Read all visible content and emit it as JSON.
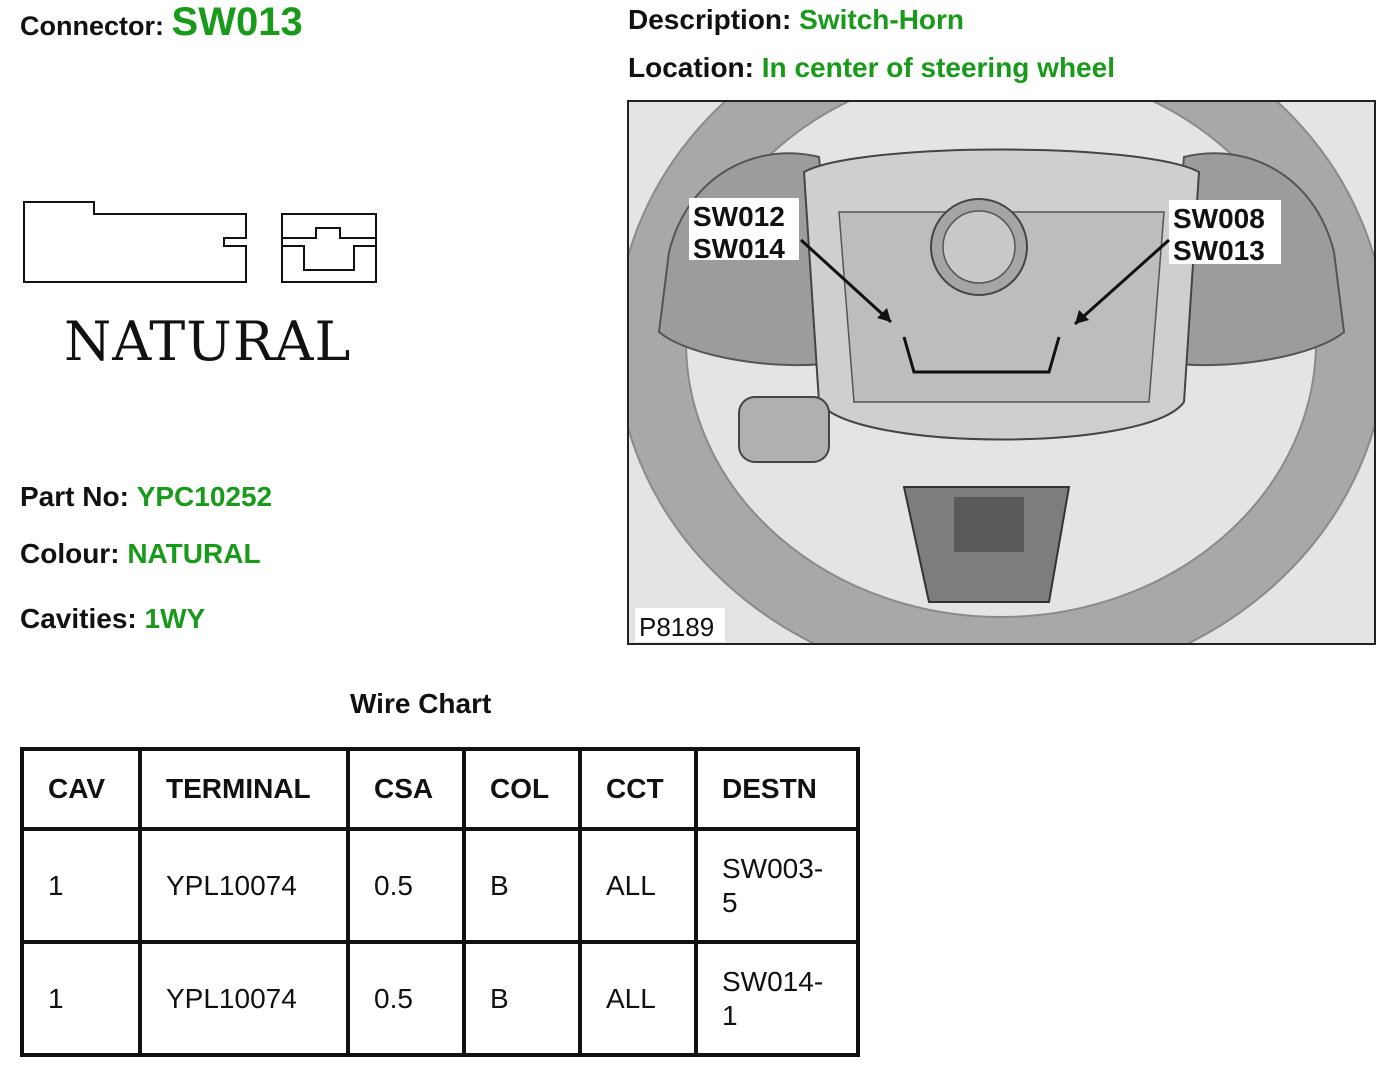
{
  "header": {
    "connector_label": "Connector:",
    "connector_value": "SW013",
    "description_label": "Description:",
    "description_value": "Switch-Horn",
    "location_label": "Location:",
    "location_value": "In center of steering wheel"
  },
  "connector_diagram": {
    "caption": "NATURAL"
  },
  "details": {
    "part_no_label": "Part No:",
    "part_no_value": "YPC10252",
    "colour_label": "Colour:",
    "colour_value": "NATURAL",
    "cavities_label": "Cavities:",
    "cavities_value": "1WY"
  },
  "photo": {
    "callouts_left": [
      "SW012",
      "SW014"
    ],
    "callouts_right": [
      "SW008",
      "SW013"
    ],
    "figure_id": "P8189"
  },
  "wire_chart": {
    "title": "Wire Chart",
    "headers": [
      "CAV",
      "TERMINAL",
      "CSA",
      "COL",
      "CCT",
      "DESTN"
    ],
    "rows": [
      [
        "1",
        "YPL10074",
        "0.5",
        "B",
        "ALL",
        "SW003-",
        "5"
      ],
      [
        "1",
        "YPL10074",
        "0.5",
        "B",
        "ALL",
        "SW014-",
        "1"
      ]
    ]
  },
  "colors": {
    "value_green": "#1a9a1a",
    "label_black": "#111111"
  }
}
